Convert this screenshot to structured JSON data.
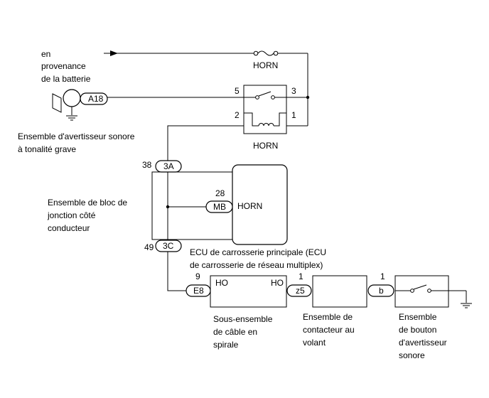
{
  "source_label": [
    "en",
    "provenance",
    "de la batterie"
  ],
  "fuse": {
    "label": "HORN"
  },
  "relay": {
    "label": "HORN",
    "pins": {
      "p5": "5",
      "p3": "3",
      "p2": "2",
      "p1": "1"
    }
  },
  "horn_low": {
    "connector": "A18",
    "label": [
      "Ensemble d'avertisseur sonore",
      "à tonalité grave"
    ]
  },
  "junction_block": {
    "label": [
      "Ensemble de bloc de",
      "jonction côté",
      "conducteur"
    ],
    "conn_top": "3A",
    "pin_top": "38",
    "conn_mid": "MB",
    "pin_mid": "28",
    "conn_bottom": "3C",
    "pin_bottom": "49",
    "inner_label": "HORN"
  },
  "ecu": {
    "label": [
      "ECU de carrosserie principale (ECU",
      "de carrosserie de réseau multiplex)"
    ]
  },
  "spiral_cable": {
    "conn_left": "E8",
    "pin_left": "9",
    "term_left": "HO",
    "term_right": "HO",
    "label": [
      "Sous-ensemble",
      "de câble en",
      "spirale"
    ]
  },
  "steering_switch": {
    "conn": "z5",
    "pin": "1",
    "label": [
      "Ensemble de",
      "contacteur au",
      "volant"
    ]
  },
  "horn_button": {
    "conn": "b",
    "pin": "1",
    "label": [
      "Ensemble",
      "de bouton",
      "d'avertisseur",
      "sonore"
    ]
  }
}
